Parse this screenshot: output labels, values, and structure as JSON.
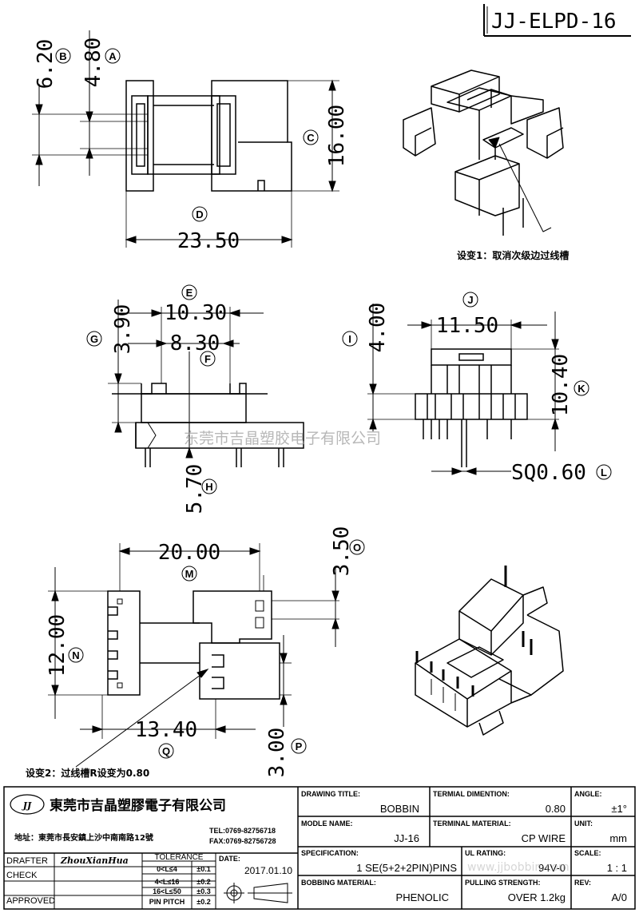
{
  "drawing_code": "JJ-ELPD-16",
  "dimensions": {
    "b_value": "6.20",
    "b_label": "B",
    "a_value": "4.80",
    "a_label": "A",
    "c_value": "16.00",
    "c_label": "C",
    "d_value": "23.50",
    "d_label": "D",
    "e_value": "10.30",
    "e_label": "E",
    "f_value": "8.30",
    "f_label": "F",
    "g_value": "3.90",
    "g_label": "G",
    "h_value": "5.70",
    "h_label": "H",
    "i_value": "4.00",
    "i_label": "I",
    "j_value": "11.50",
    "j_label": "J",
    "k_value": "10.40",
    "k_label": "K",
    "l_value": "SQ0.60",
    "l_label": "L",
    "m_value": "20.00",
    "m_label": "M",
    "n_value": "12.00",
    "n_label": "N",
    "o_value": "3.50",
    "o_label": "O",
    "p_value": "3.00",
    "p_label": "P",
    "q_value": "13.40",
    "q_label": "Q"
  },
  "notes": {
    "change1": "设变1：取消次级边过线槽",
    "change2": "设变2：过线槽R设变为0.80"
  },
  "watermark": "东莞市吉晶塑胶电子有限公司",
  "title_block": {
    "logo_text": "JJ",
    "company": "東莞市吉晶塑膠電子有限公司",
    "address": "地址：東莞市長安鎮上沙中南南路12號",
    "tel": "TEL:0769-82756718",
    "fax": "FAX:0769-82756728",
    "drawing_title_label": "DRAWING TITLE:",
    "drawing_title": "BOBBIN",
    "terminal_dimention_label": "TERMIAL DIMENTION:",
    "terminal_dimention": "0.80",
    "angle_label": "ANGLE:",
    "angle": "±1°",
    "modle_name_label": "MODLE NAME:",
    "modle_name": "JJ-16",
    "terminal_material_label": "TERMINAL MATERIAL:",
    "terminal_material": "CP WIRE",
    "unit_label": "UNIT:",
    "unit": "mm",
    "specification_label": "SPECIFICATION:",
    "specification": "1  SE(5+2+2PIN)PINS",
    "ul_rating_label": "UL RATING:",
    "ul_rating": "94V-0",
    "scale_label": "SCALE:",
    "scale": "1 : 1",
    "bobbing_material_label": "BOBBING MATERIAL:",
    "bobbing_material": "PHENOLIC",
    "pulling_strength_label": "PULLING STRENGTH:",
    "pulling_strength": "OVER  1.2kg",
    "rev_label": "REV:",
    "rev": "A/0",
    "drafter_label": "DRAFTER",
    "drafter_sign": "ZhouXianHua",
    "check_label": "CHECK",
    "approved_label": "APPROVED",
    "tolerance_label": "TOLERANCE",
    "tol_rows": [
      {
        "range": "0<L≤4",
        "value": "±0.1"
      },
      {
        "range": "4<L≤16",
        "value": "±0.2"
      },
      {
        "range": "16<L≤50",
        "value": "±0.3"
      },
      {
        "range": "PIN PITCH",
        "value": "±0.2"
      }
    ],
    "date_label": "DATE:",
    "date": "2017.01.10",
    "site_watermark": "www.jjbobbin.com"
  }
}
